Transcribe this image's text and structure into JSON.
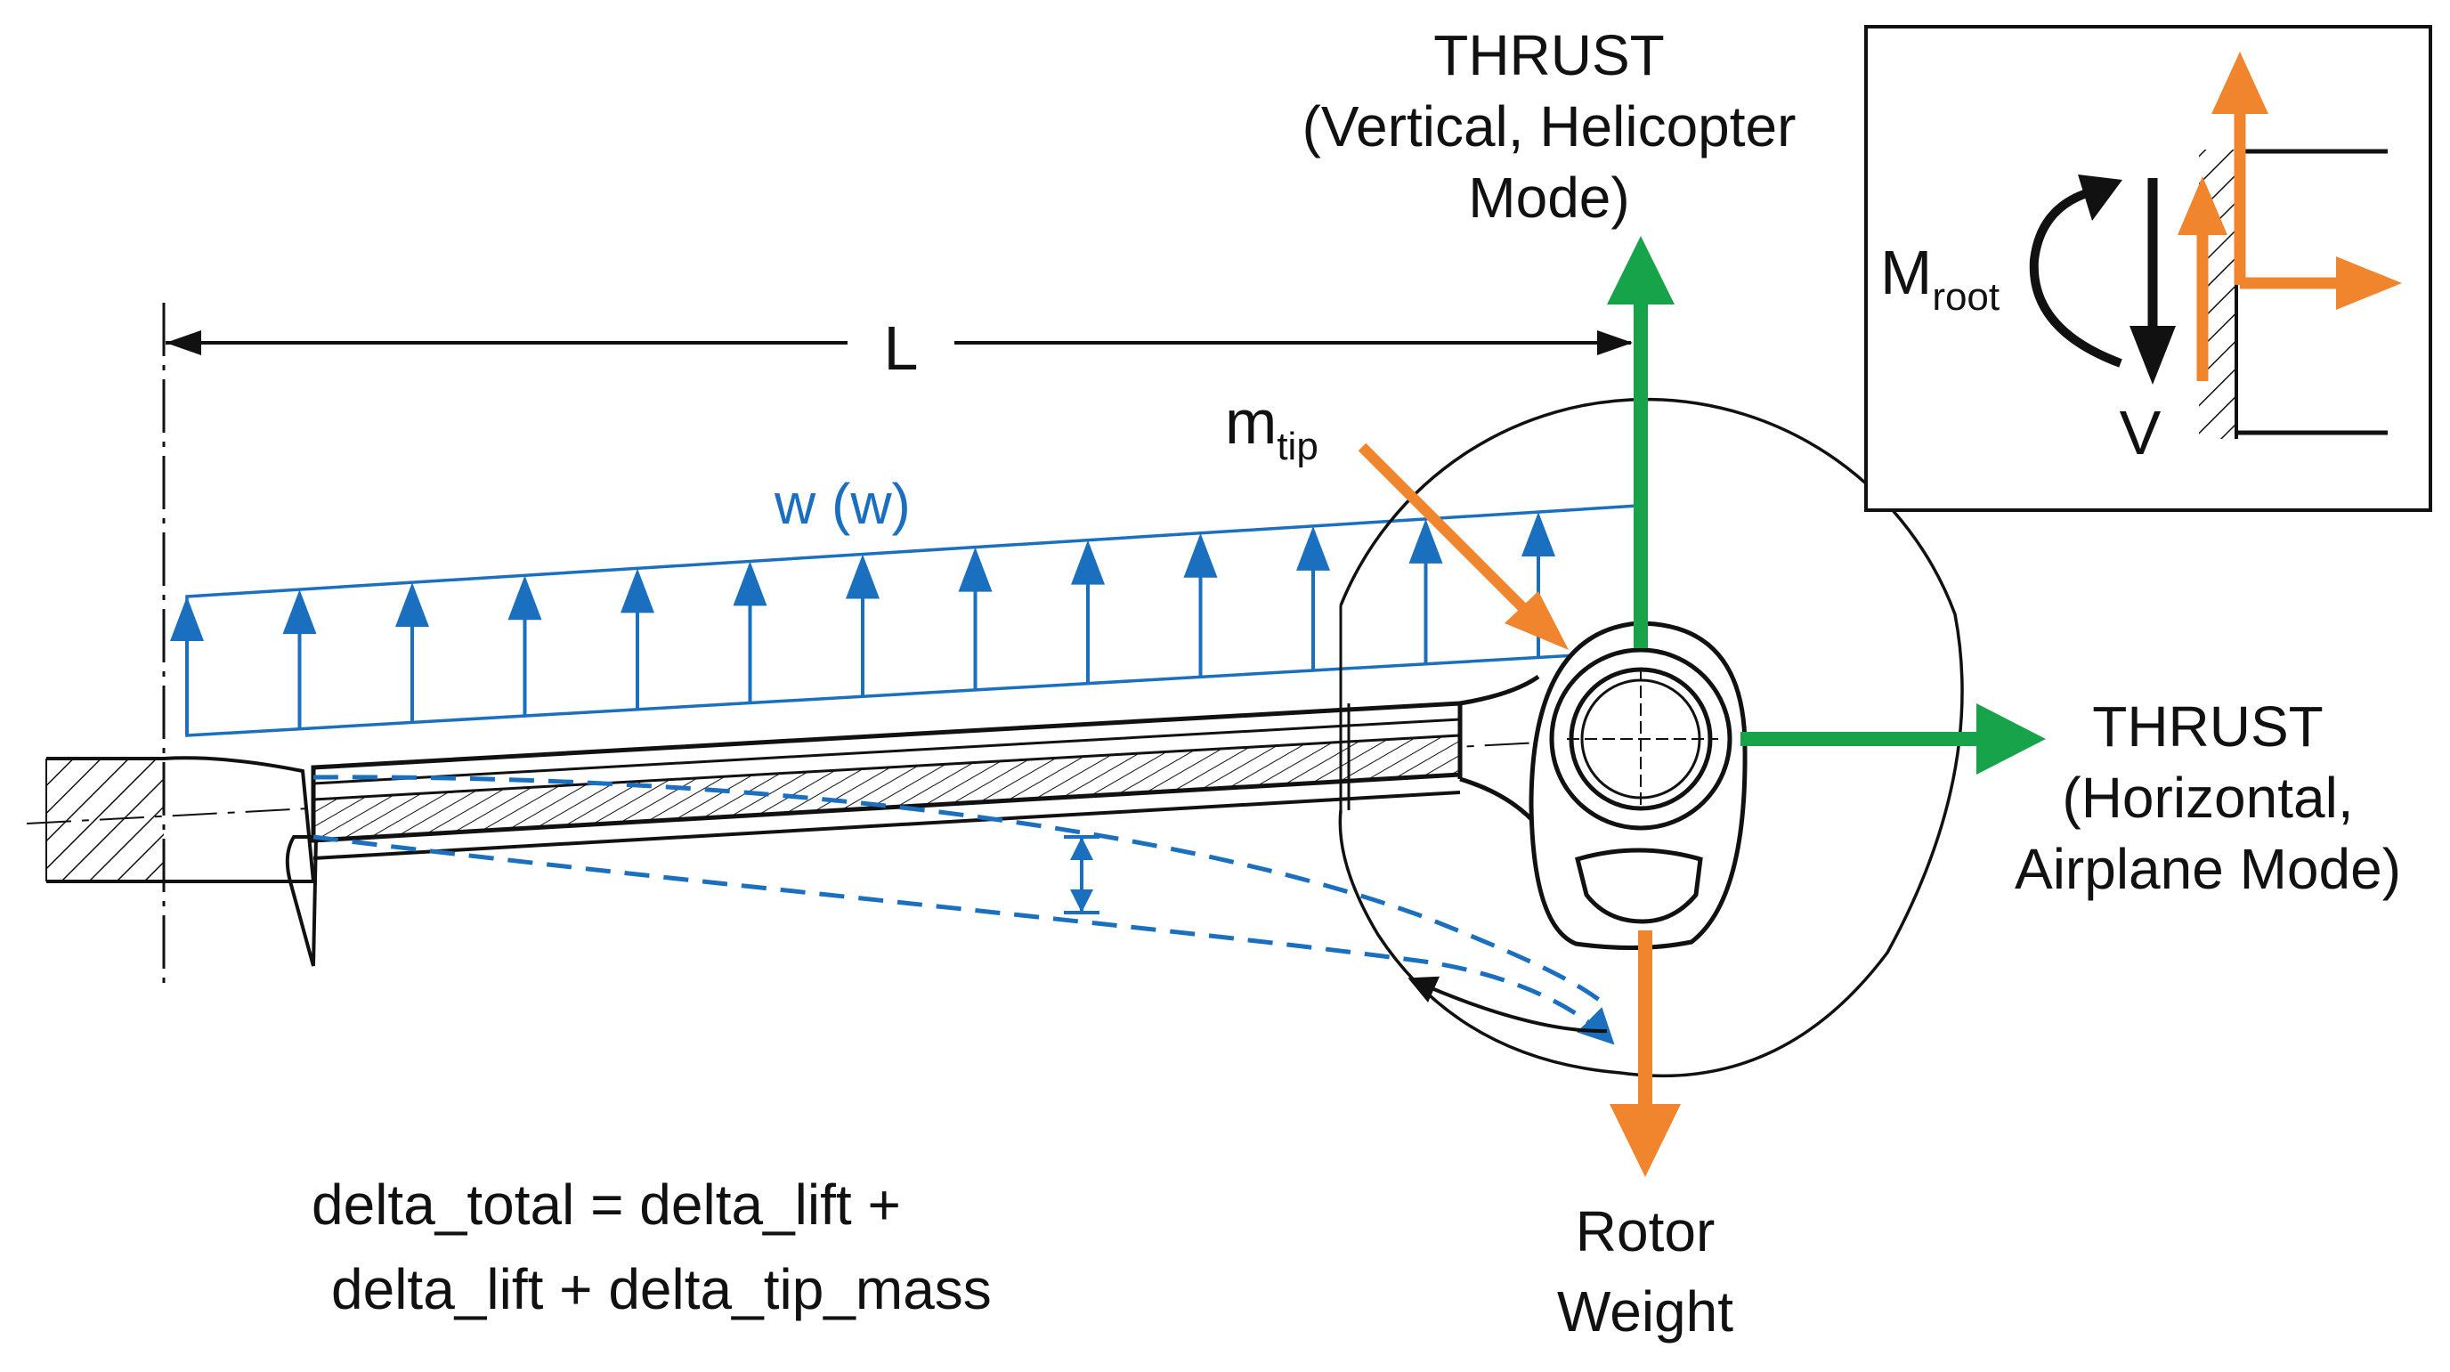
{
  "labels": {
    "thrust_vertical": [
      "THRUST",
      "(Vertical, Helicopter",
      "Mode)"
    ],
    "thrust_horizontal": [
      "THRUST",
      "(Horizontal,",
      "Airplane Mode)"
    ],
    "rotor_weight": [
      "Rotor",
      "Weight"
    ],
    "span_length": "L",
    "distributed_load": "w (w)",
    "tip_mass_main": "m",
    "tip_mass_sub": "tip",
    "root_moment_main": "M",
    "root_moment_sub": "root",
    "shear": "V",
    "equation": [
      "delta_total = delta_lift +",
      "delta_lift + delta_tip_mass"
    ]
  },
  "colors": {
    "black": "#111111",
    "blue": "#1a6fbf",
    "green": "#17a34a",
    "orange": "#f0852d"
  },
  "icons": {
    "arrowheads": "triangle",
    "hatching": "diagonal-lines"
  }
}
